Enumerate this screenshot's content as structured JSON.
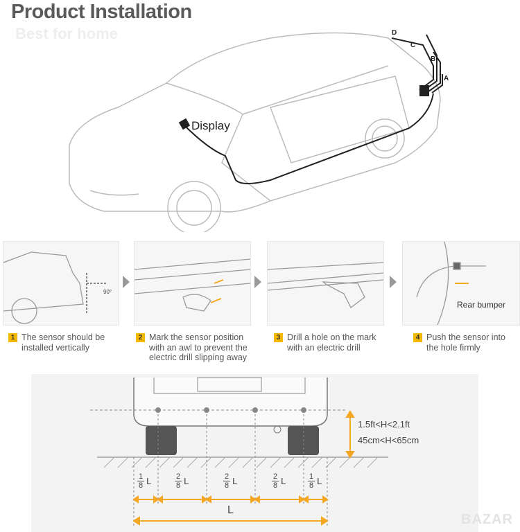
{
  "title": "Product Installation",
  "watermark": "Best for home",
  "car": {
    "display_label": "Display",
    "wire_labels": [
      "A",
      "B",
      "C",
      "D"
    ]
  },
  "steps": [
    {
      "num": "1",
      "text": "The sensor should be installed vertically",
      "angle": "90°"
    },
    {
      "num": "2",
      "text": "Mark the sensor position with an awl to prevent the electric drill slipping away"
    },
    {
      "num": "3",
      "text": "Drill a hole on the mark with an electric drill"
    },
    {
      "num": "4",
      "text": "Push the sensor into the hole firmly",
      "label": "Rear bumper"
    }
  ],
  "diagram": {
    "height_ft": "1.5ft<H<2.1ft",
    "height_cm": "45cm<H<65cm",
    "fractions": [
      {
        "n": "1",
        "d": "8",
        "u": "L"
      },
      {
        "n": "2",
        "d": "8",
        "u": "L"
      },
      {
        "n": "2",
        "d": "8",
        "u": "L"
      },
      {
        "n": "2",
        "d": "8",
        "u": "L"
      },
      {
        "n": "1",
        "d": "8",
        "u": "L"
      }
    ],
    "total": "L",
    "accent": "#f5a623"
  },
  "bottom_watermark": "BAZAR"
}
